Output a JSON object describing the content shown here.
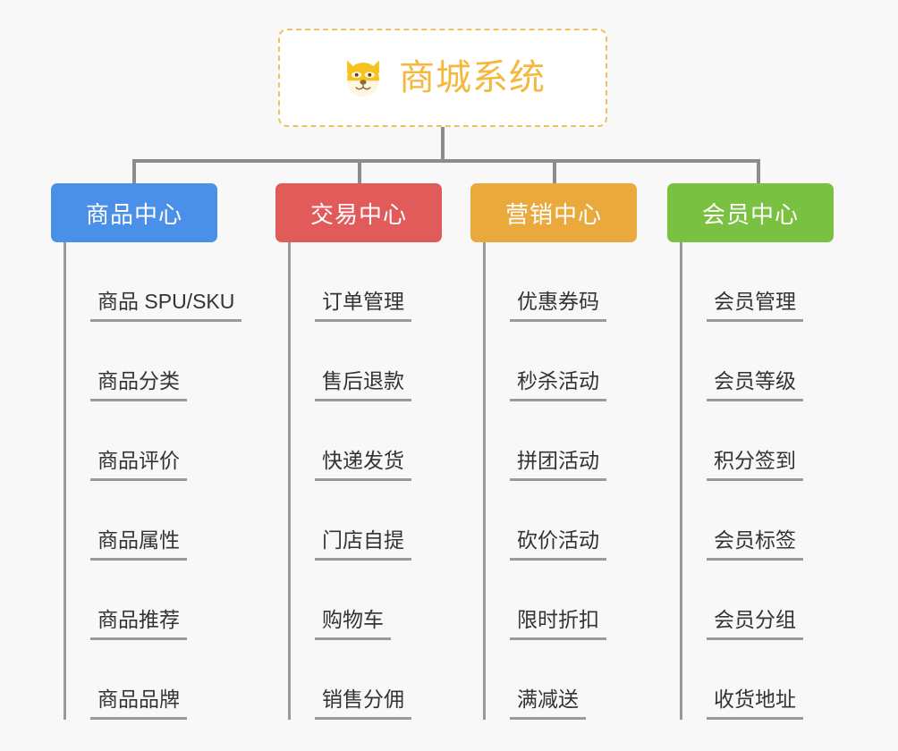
{
  "page": {
    "background_color": "#f8f8f8",
    "line_color": "#8c8c8c"
  },
  "root": {
    "title": "商城系统",
    "icon": "dog-face-emoji",
    "text_color": "#f5b73c",
    "border_color": "#f0c060",
    "background_color": "#ffffff"
  },
  "columns": [
    {
      "id": "product-center",
      "label": "商品中心",
      "color": "#4a90e8",
      "items": [
        {
          "label": "商品 SPU/SKU"
        },
        {
          "label": "商品分类"
        },
        {
          "label": "商品评价"
        },
        {
          "label": "商品属性"
        },
        {
          "label": "商品推荐"
        },
        {
          "label": "商品品牌"
        }
      ]
    },
    {
      "id": "trade-center",
      "label": "交易中心",
      "color": "#e15b5b",
      "items": [
        {
          "label": "订单管理"
        },
        {
          "label": "售后退款"
        },
        {
          "label": "快递发货"
        },
        {
          "label": "门店自提"
        },
        {
          "label": "购物车"
        },
        {
          "label": "销售分佣"
        }
      ]
    },
    {
      "id": "marketing-center",
      "label": "营销中心",
      "color": "#eaa93c",
      "items": [
        {
          "label": "优惠券码"
        },
        {
          "label": "秒杀活动"
        },
        {
          "label": "拼团活动"
        },
        {
          "label": "砍价活动"
        },
        {
          "label": "限时折扣"
        },
        {
          "label": "满减送"
        }
      ]
    },
    {
      "id": "member-center",
      "label": "会员中心",
      "color": "#7ac142",
      "items": [
        {
          "label": "会员管理"
        },
        {
          "label": "会员等级"
        },
        {
          "label": "积分签到"
        },
        {
          "label": "会员标签"
        },
        {
          "label": "会员分组"
        },
        {
          "label": "收货地址"
        }
      ]
    }
  ]
}
